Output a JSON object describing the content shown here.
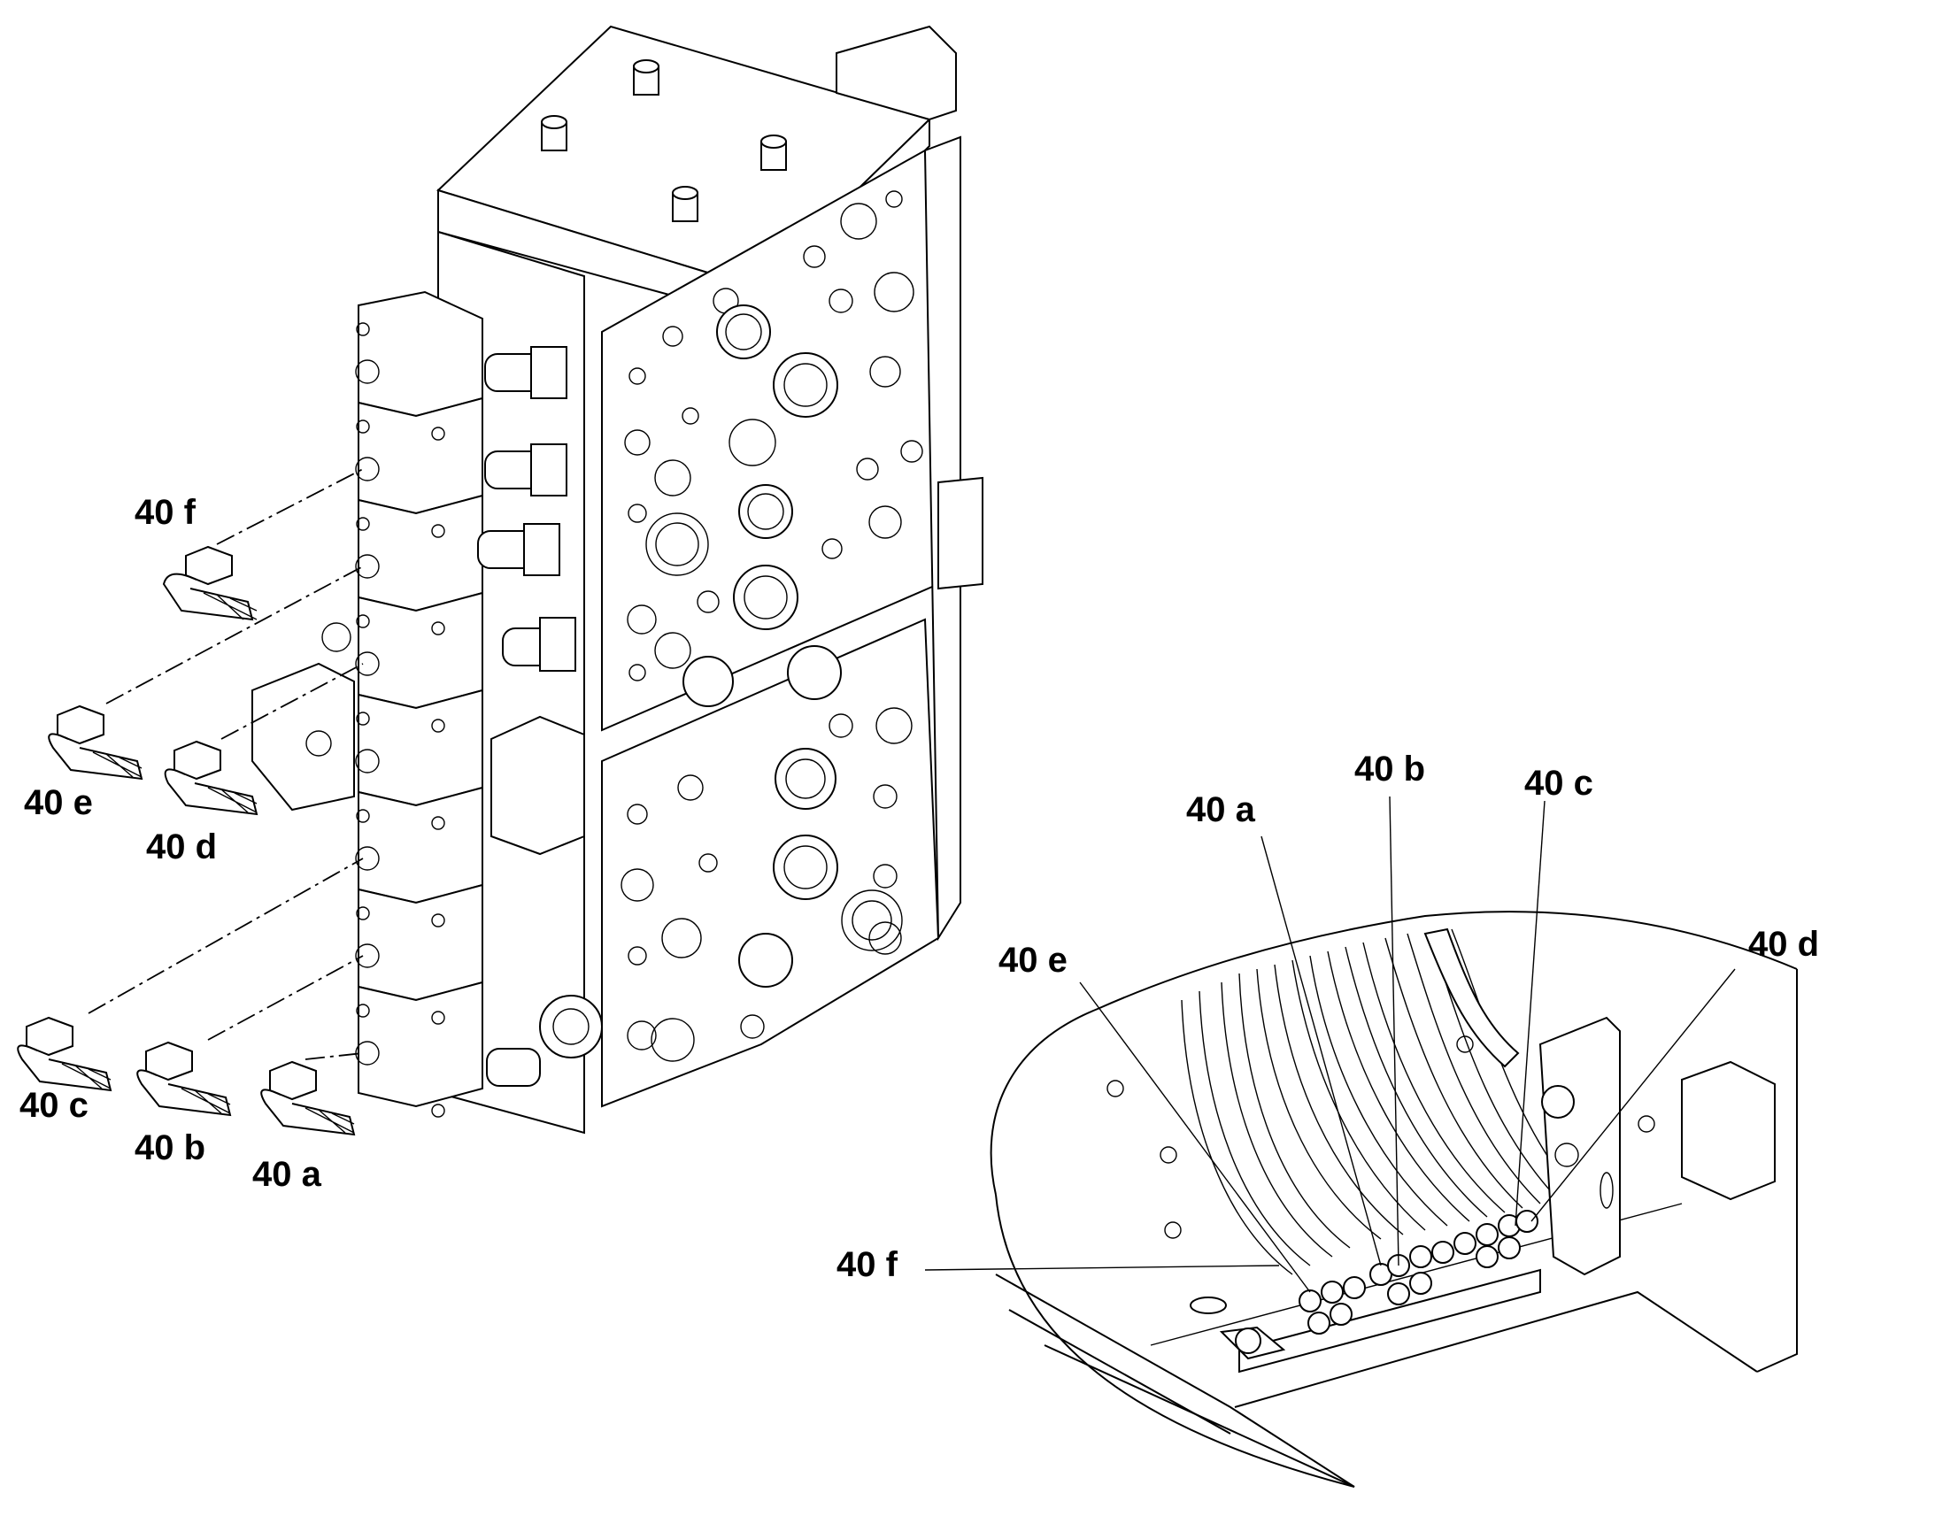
{
  "valve_callouts": [
    {
      "id": "40f",
      "label": "40 f"
    },
    {
      "id": "40e",
      "label": "40 e"
    },
    {
      "id": "40d",
      "label": "40 d"
    },
    {
      "id": "40c",
      "label": "40 c"
    },
    {
      "id": "40b",
      "label": "40 b"
    },
    {
      "id": "40a",
      "label": "40 a"
    }
  ],
  "detail_callouts": [
    {
      "id": "40a",
      "label": "40 a"
    },
    {
      "id": "40b",
      "label": "40 b"
    },
    {
      "id": "40c",
      "label": "40 c"
    },
    {
      "id": "40d",
      "label": "40 d"
    },
    {
      "id": "40e",
      "label": "40 e"
    },
    {
      "id": "40f",
      "label": "40 f"
    }
  ]
}
